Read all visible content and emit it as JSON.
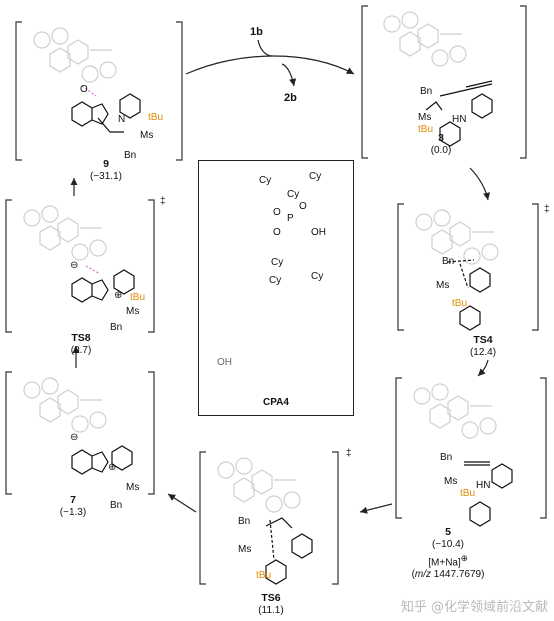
{
  "reagents": {
    "top_in": "1b",
    "top_out": "2b"
  },
  "catalyst": {
    "name": "CPA4",
    "atoms": {
      "P": "P",
      "O1": "O",
      "O2": "O",
      "dbl_O": "O",
      "OH": "OH",
      "Cy": "Cy"
    }
  },
  "species": [
    {
      "id": "9",
      "energy": "(−31.1)",
      "ts": false
    },
    {
      "id": "3",
      "energy": "(0.0)",
      "ts": false
    },
    {
      "id": "TS4",
      "energy": "(12.4)",
      "ts": true
    },
    {
      "id": "5",
      "energy": "(−10.4)",
      "ts": false
    },
    {
      "id": "TS6",
      "energy": "(11.1)",
      "ts": true
    },
    {
      "id": "7",
      "energy": "(−1.3)",
      "ts": false
    },
    {
      "id": "TS8",
      "energy": "(0.7)",
      "ts": true
    }
  ],
  "ms": {
    "ion": "[M+Na]",
    "charge": "⊕",
    "mz_prefix": "m/z",
    "mz_value": "1447.7679"
  },
  "labels": {
    "bn": "Bn",
    "ms_group": "Ms",
    "tbu": "tBu",
    "n": "N",
    "o": "O",
    "h": "H",
    "hn": "HN",
    "ts_mark": "‡",
    "minus": "⊖",
    "plus": "⊕"
  },
  "watermark": "知乎 @化学领域前沿文献"
}
